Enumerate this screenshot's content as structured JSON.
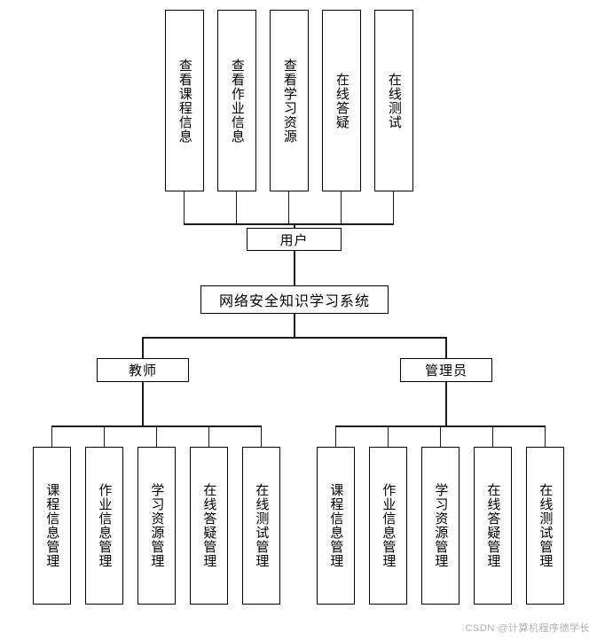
{
  "diagram": {
    "type": "tree",
    "root": {
      "label": "网络安全知识学习系统"
    },
    "roles": [
      {
        "label": "用户"
      },
      {
        "label": "教师"
      },
      {
        "label": "管理员"
      }
    ],
    "user_functions": [
      {
        "label": "查看课程信息"
      },
      {
        "label": "查看作业信息"
      },
      {
        "label": "查看学习资源"
      },
      {
        "label": "在线答疑"
      },
      {
        "label": "在线测试"
      }
    ],
    "teacher_functions": [
      {
        "label": "课程信息管理"
      },
      {
        "label": "作业信息管理"
      },
      {
        "label": "学习资源管理"
      },
      {
        "label": "在线答疑管理"
      },
      {
        "label": "在线测试管理"
      }
    ],
    "admin_functions": [
      {
        "label": "课程信息管理"
      },
      {
        "label": "作业信息管理"
      },
      {
        "label": "学习资源管理"
      },
      {
        "label": "在线答疑管理"
      },
      {
        "label": "在线测试管理"
      }
    ]
  },
  "watermark": {
    "text": "CSDN @计算机程序德学长"
  },
  "colors": {
    "background": "#ffffff",
    "stroke": "#000000",
    "line": "#1a1a1a",
    "watermark": "#b0b0b0"
  }
}
